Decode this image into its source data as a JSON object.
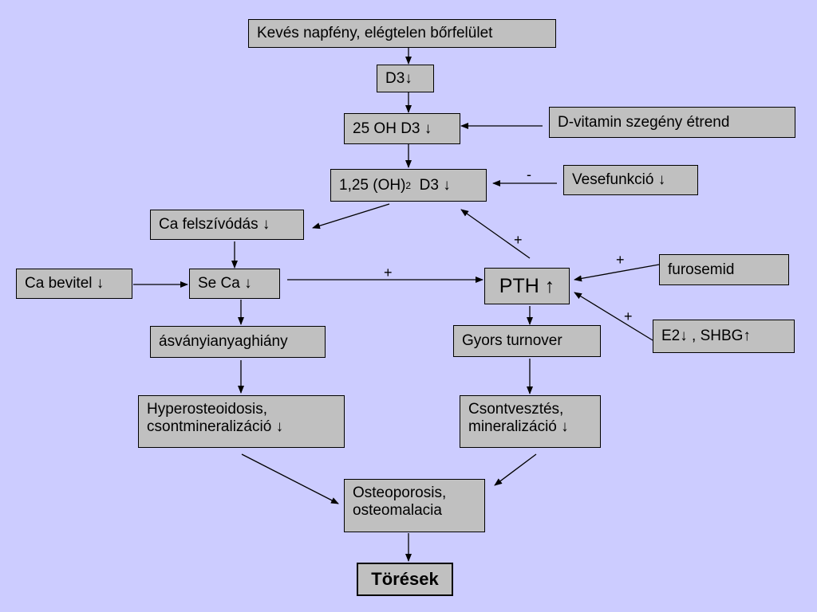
{
  "nodes": {
    "sunlight": "Kevés napfény, elégtelen bőrfelület",
    "d3": "D3↓",
    "oh_d3": "25 OH D3 ↓",
    "diet": "D-vitamin szegény étrend",
    "oh2_d3": {
      "prefix": "1,25 (OH)",
      "sub": "2",
      "suffix": "  D3 ↓"
    },
    "kidney": "Vesefunkció ↓",
    "ca_absorption": "Ca felszívódás ↓",
    "ca_intake": "Ca bevitel ↓",
    "se_ca": "Se Ca ↓",
    "pth": "PTH ↑",
    "furosemid": "furosemid",
    "e2_shbg": "E2↓ , SHBG↑",
    "mineral_deficiency": "ásványianyaghiány",
    "fast_turnover": "Gyors turnover",
    "hyperosteoidosis": [
      "Hyperosteoidosis,",
      "csontmineralizáció ↓"
    ],
    "bone_loss": [
      "Csontvesztés,",
      "mineralizáció ↓"
    ],
    "osteoporosis": [
      "Osteoporosis,",
      "osteomalacia"
    ],
    "fractures": "Törések"
  },
  "edge_labels": {
    "kidney_to_oh2d3": "-",
    "pth_to_oh2d3": "+",
    "seca_to_pth": "+",
    "furosemid_to_pth": "+",
    "e2_to_pth": "+"
  }
}
